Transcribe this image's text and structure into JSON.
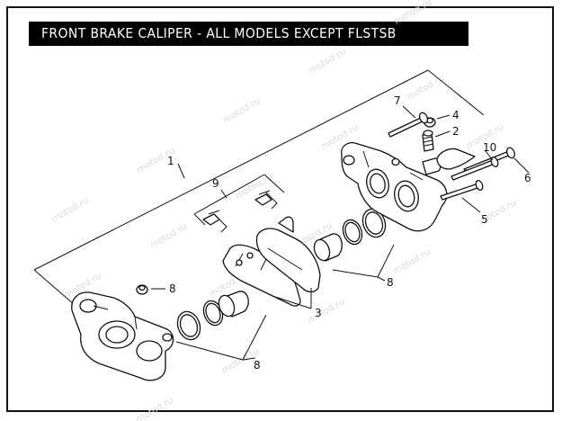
{
  "title": "FRONT BRAKE CALIPER - ALL MODELS EXCEPT FLSTSB",
  "watermark": "motod.ru",
  "callouts": {
    "c1": "1",
    "c2": "2",
    "c3": "3",
    "c4": "4",
    "c5": "5",
    "c6": "6",
    "c7": "7",
    "c8a": "8",
    "c8b": "8",
    "c8c": "8",
    "c9": "9",
    "c10": "10"
  }
}
